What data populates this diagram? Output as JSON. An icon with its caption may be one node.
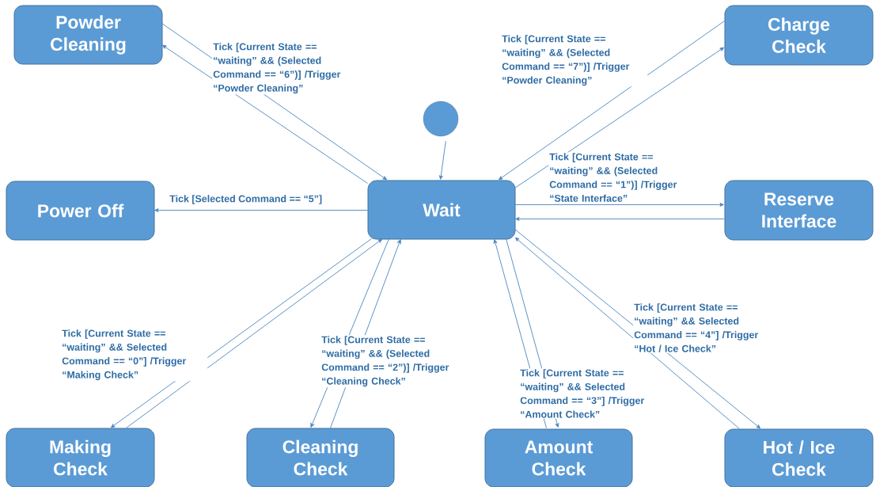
{
  "diagram": {
    "nodes": [
      {
        "text": [
          "Powder Cleaning"
        ]
      },
      {
        "text": [
          "Charge Check"
        ]
      },
      {
        "text": [],
        "shape": "circle"
      },
      {
        "text": [
          "Power Off"
        ]
      },
      {
        "text": [
          "Wait"
        ]
      },
      {
        "text": [
          "Reserve Interface"
        ]
      },
      {
        "text": [
          "Making Check"
        ]
      },
      {
        "text": [
          "Cleaning Check"
        ]
      },
      {
        "text": [
          "Amount Check"
        ]
      },
      {
        "text": [
          "Hot / Ice Check"
        ]
      }
    ],
    "edges": [
      {
        "from": 2,
        "to": 4,
        "arrow": "to"
      },
      {
        "from": 4,
        "to": 0,
        "arrow": "to",
        "label": "Tick [Current State == “waiting” && (Selected Command == “6”)] /Trigger “Powder Cleaning”"
      },
      {
        "from": 0,
        "to": 4,
        "arrow": "to"
      },
      {
        "from": 1,
        "to": 4,
        "arrow": "to",
        "label": "Tick [Current State == “waiting” && (Selected Command == “7”)] /Trigger “Powder Cleaning”"
      },
      {
        "from": 4,
        "to": 1,
        "arrow": "to"
      },
      {
        "from": 4,
        "to": 3,
        "arrow": "to",
        "label": "Tick [Selected Command == “5”]"
      },
      {
        "from": 4,
        "to": 5,
        "arrow": "to",
        "label": "Tick [Current State == “waiting” && (Selected Command == “1”)] /Trigger “State Interface”"
      },
      {
        "from": 5,
        "to": 4,
        "arrow": "to"
      },
      {
        "from": 4,
        "to": 6,
        "arrow": "to",
        "label": "Tick [Current State == “waiting” && Selected Command == “0”] /Trigger “Making Check”"
      },
      {
        "from": 6,
        "to": 4,
        "arrow": "to"
      },
      {
        "from": 4,
        "to": 7,
        "arrow": "to",
        "label": "Tick [Current State == “waiting” && (Selected Command == “2”)] /Trigger “Cleaning Check”"
      },
      {
        "from": 7,
        "to": 4,
        "arrow": "to"
      },
      {
        "from": 4,
        "to": 8,
        "arrow": "to",
        "label": "Tick [Current State == “waiting” && Selected Command == “3”] /Trigger “Amount Check”"
      },
      {
        "from": 8,
        "to": 4,
        "arrow": "to"
      },
      {
        "from": 4,
        "to": 9,
        "arrow": "to",
        "label": "Tick [Current State == “waiting” && Selected Command == “4”] /Trigger “Hot / Ice Check”"
      },
      {
        "from": 9,
        "to": 4,
        "arrow": "to"
      }
    ]
  }
}
